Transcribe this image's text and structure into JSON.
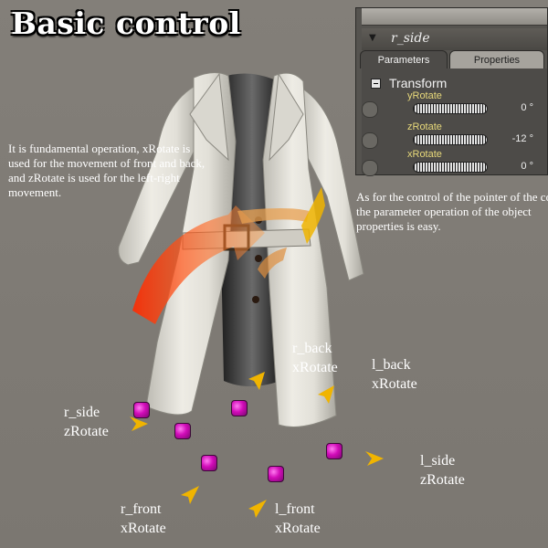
{
  "title": "Basic control",
  "note_left": "It is fundamental operation, xRotate is used for the movement of front and back, and zRotate is used for the left-right movement.",
  "note_right": "As for the control of the pointer of the coat, the parameter operation of the object properties is easy.",
  "panel": {
    "object_name": "r_side",
    "tabs": [
      "Parameters",
      "Properties"
    ],
    "active_tab": "Parameters",
    "section": "Transform",
    "params": [
      {
        "name": "yRotate",
        "value": "0 °"
      },
      {
        "name": "zRotate",
        "value": "-12 °"
      },
      {
        "name": "xRotate",
        "value": "0 °"
      }
    ]
  },
  "labels": {
    "r_side": {
      "part": "r_side",
      "axis": "zRotate"
    },
    "r_back": {
      "part": "r_back",
      "axis": "xRotate"
    },
    "l_back": {
      "part": "l_back",
      "axis": "xRotate"
    },
    "l_side": {
      "part": "l_side",
      "axis": "zRotate"
    },
    "r_front": {
      "part": "r_front",
      "axis": "xRotate"
    },
    "l_front": {
      "part": "l_front",
      "axis": "xRotate"
    }
  },
  "colors": {
    "handle": "#d10bb8",
    "pointer": "#f0b400",
    "arrow_red": "#e03010",
    "coat": "#e6e4dc"
  }
}
